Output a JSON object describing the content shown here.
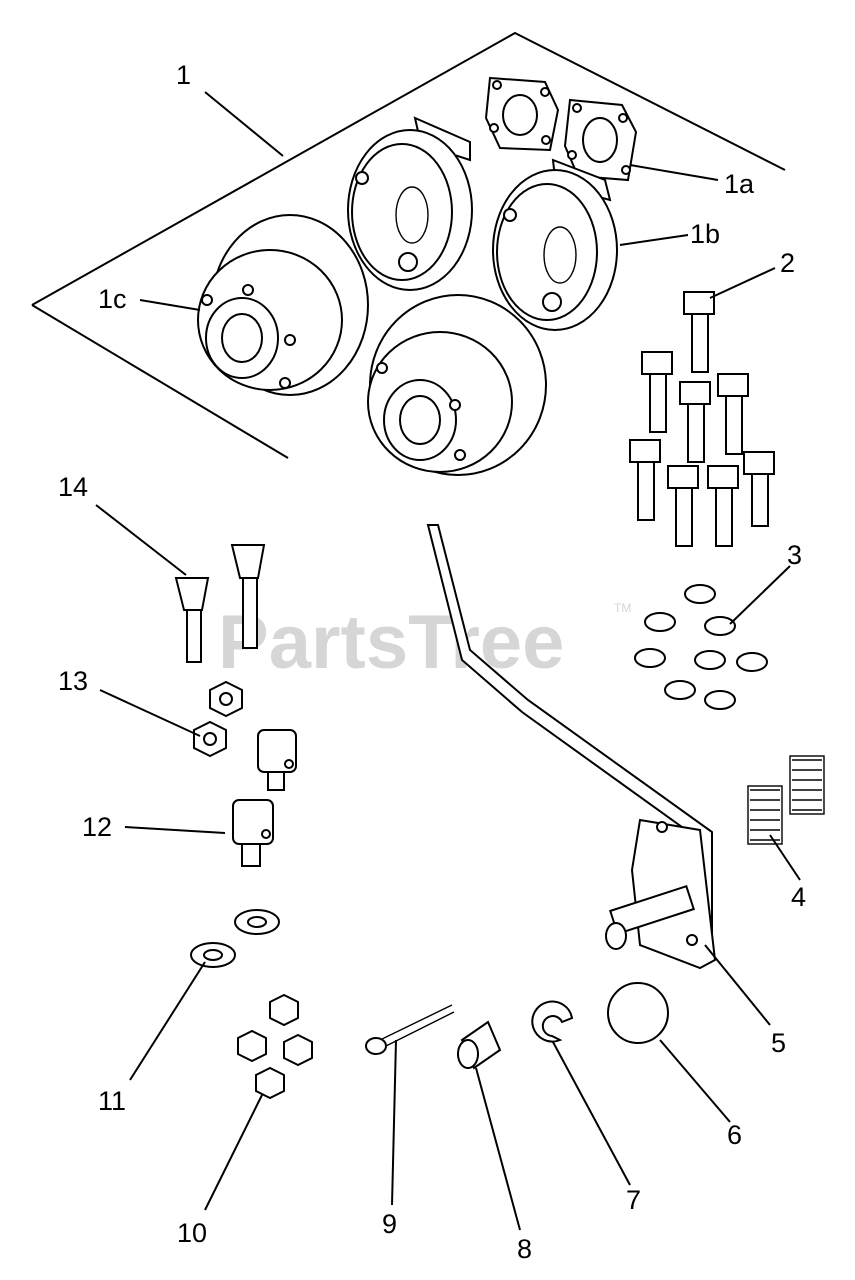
{
  "watermark": {
    "text": "PartsTree",
    "trademark": "TM"
  },
  "callouts": [
    {
      "id": "1",
      "label": "1"
    },
    {
      "id": "1a",
      "label": "1a"
    },
    {
      "id": "1b",
      "label": "1b"
    },
    {
      "id": "1c",
      "label": "1c"
    },
    {
      "id": "2",
      "label": "2"
    },
    {
      "id": "3",
      "label": "3"
    },
    {
      "id": "4",
      "label": "4"
    },
    {
      "id": "5",
      "label": "5"
    },
    {
      "id": "6",
      "label": "6"
    },
    {
      "id": "7",
      "label": "7"
    },
    {
      "id": "8",
      "label": "8"
    },
    {
      "id": "9",
      "label": "9"
    },
    {
      "id": "10",
      "label": "10"
    },
    {
      "id": "11",
      "label": "11"
    },
    {
      "id": "12",
      "label": "12"
    },
    {
      "id": "13",
      "label": "13"
    },
    {
      "id": "14",
      "label": "14"
    }
  ]
}
